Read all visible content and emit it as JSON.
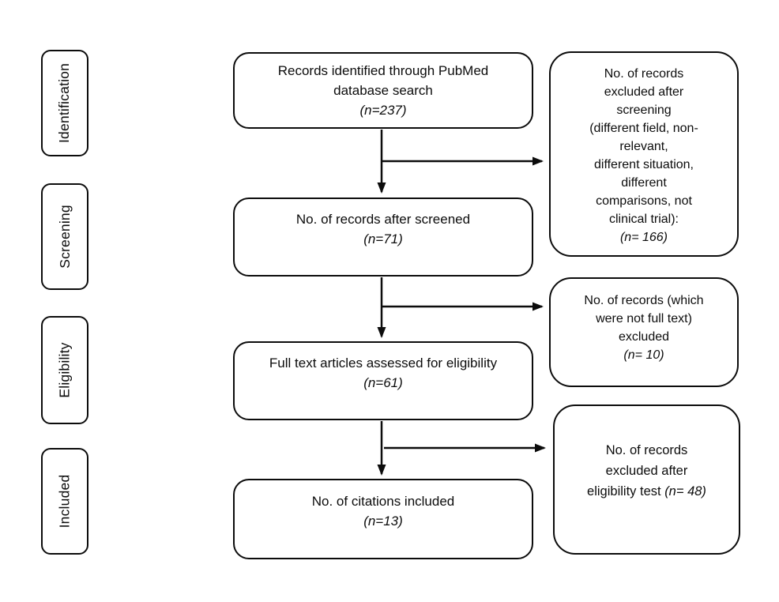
{
  "stages": [
    "Identification",
    "Screening",
    "Eligibility",
    "Included"
  ],
  "main_boxes": [
    {
      "lines": [
        "Records identified through PubMed",
        "database search"
      ],
      "n": "(n=237)"
    },
    {
      "lines": [
        "No. of records after screened"
      ],
      "n": "(n=71)"
    },
    {
      "lines": [
        "Full text articles assessed for eligibility"
      ],
      "n": "(n=61)"
    },
    {
      "lines": [
        "No. of citations included"
      ],
      "n": "(n=13)"
    }
  ],
  "exclusion_boxes": [
    {
      "lines": [
        "No. of records",
        "excluded after",
        "screening",
        "(different field, non-",
        "relevant,",
        "different situation,",
        "different",
        "comparisons, not",
        "clinical trial):"
      ],
      "n": "(n= 166)"
    },
    {
      "lines": [
        "No. of records (which",
        "were not full text)",
        "excluded"
      ],
      "n": "(n= 10)"
    },
    {
      "lines": [
        "No. of records",
        "excluded after",
        "eligibility test"
      ],
      "n": "(n= 48)"
    }
  ],
  "colors": {
    "line": "#0c0c0c",
    "background": "#ffffff",
    "text": "#0c0c0c"
  }
}
